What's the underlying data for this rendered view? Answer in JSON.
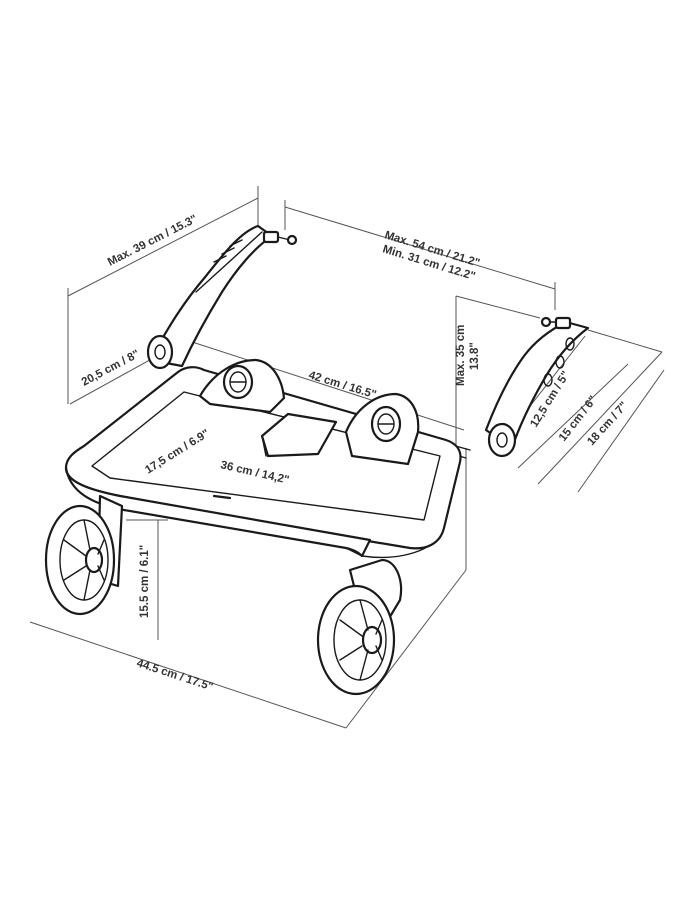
{
  "dimensions": {
    "handle_height": "Max. 39 cm / 15.3\"",
    "width_max": "Max. 54 cm / 21.2\"",
    "width_min": "Min. 31 cm / 12.2\"",
    "connector_height_a": "Max. 35 cm",
    "connector_height_b": "13.8\"",
    "arm_offset": "20,5 cm / 8\"",
    "platform_width": "42 cm / 16.5\"",
    "platform_depth": "17,5 cm / 6.9\"",
    "inner_width": "36 cm / 14,2\"",
    "clamp_small": "12,5 cm / 5\"",
    "clamp_medium": "15 cm / 6\"",
    "clamp_large": "18 cm / 7\"",
    "wheel_height": "15.5 cm / 6.1\"",
    "total_width": "44.5 cm / 17.5\""
  },
  "colors": {
    "ink": "#1a1a1a",
    "dimension_line": "#555555",
    "label": "#333333",
    "background": "#ffffff"
  }
}
